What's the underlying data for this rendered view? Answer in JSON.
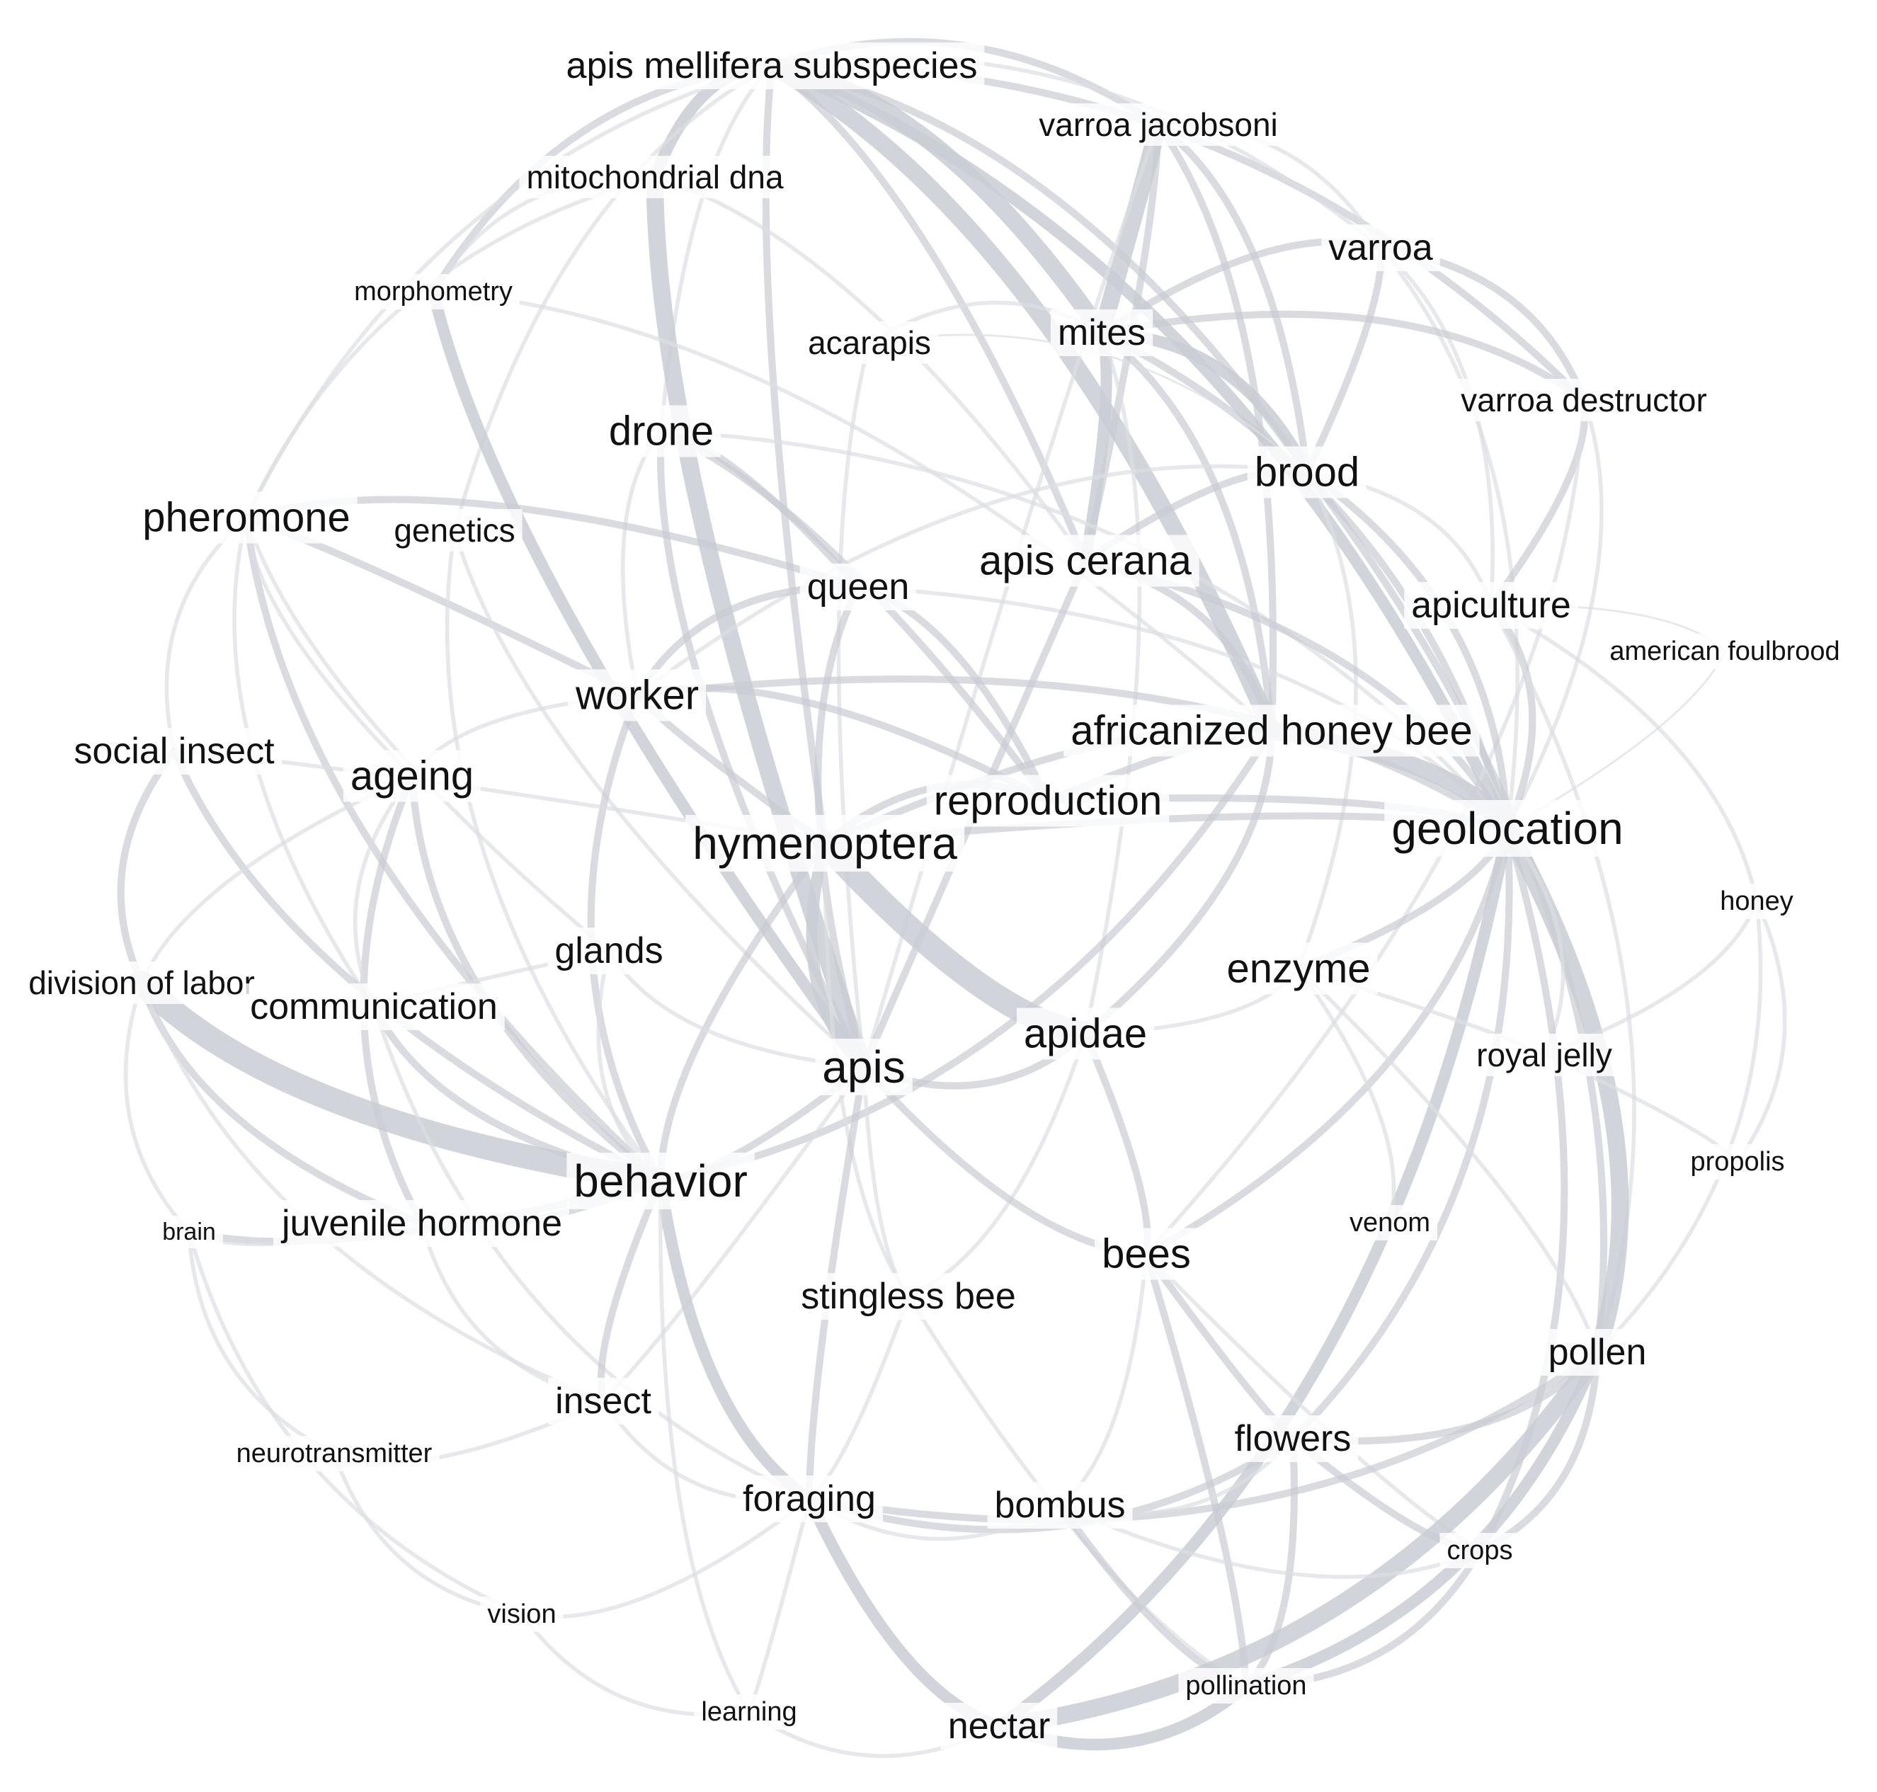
{
  "colors": {
    "edge": "#c9ccd3",
    "edge_light": "#dcdee3",
    "label": "#111111",
    "background": "#ffffff"
  },
  "nodes": [
    {
      "id": "apis-mellifera-subspecies",
      "label": "apis mellifera subspecies",
      "weight": 3
    },
    {
      "id": "varroa-jacobsoni",
      "label": "varroa jacobsoni",
      "weight": 2
    },
    {
      "id": "mitochondrial-dna",
      "label": "mitochondrial dna",
      "weight": 2
    },
    {
      "id": "varroa",
      "label": "varroa",
      "weight": 3
    },
    {
      "id": "morphometry",
      "label": "morphometry",
      "weight": 1
    },
    {
      "id": "acarapis",
      "label": "acarapis",
      "weight": 2
    },
    {
      "id": "mites",
      "label": "mites",
      "weight": 3
    },
    {
      "id": "varroa-destructor",
      "label": "varroa destructor",
      "weight": 2
    },
    {
      "id": "drone",
      "label": "drone",
      "weight": 4
    },
    {
      "id": "brood",
      "label": "brood",
      "weight": 4
    },
    {
      "id": "pheromone",
      "label": "pheromone",
      "weight": 4
    },
    {
      "id": "genetics",
      "label": "genetics",
      "weight": 2
    },
    {
      "id": "apis-cerana",
      "label": "apis cerana",
      "weight": 4
    },
    {
      "id": "queen",
      "label": "queen",
      "weight": 3
    },
    {
      "id": "apiculture",
      "label": "apiculture",
      "weight": 3
    },
    {
      "id": "american-foulbrood",
      "label": "american foulbrood",
      "weight": 1
    },
    {
      "id": "worker",
      "label": "worker",
      "weight": 4
    },
    {
      "id": "africanized-honey-bee",
      "label": "africanized honey bee",
      "weight": 4
    },
    {
      "id": "social-insect",
      "label": "social insect",
      "weight": 3
    },
    {
      "id": "ageing",
      "label": "ageing",
      "weight": 4
    },
    {
      "id": "reproduction",
      "label": "reproduction",
      "weight": 4
    },
    {
      "id": "geolocation",
      "label": "geolocation",
      "weight": 5
    },
    {
      "id": "hymenoptera",
      "label": "hymenoptera",
      "weight": 5
    },
    {
      "id": "honey",
      "label": "honey",
      "weight": 1
    },
    {
      "id": "glands",
      "label": "glands",
      "weight": 3
    },
    {
      "id": "enzyme",
      "label": "enzyme",
      "weight": 4
    },
    {
      "id": "division-of-labor",
      "label": "division of labor",
      "weight": 2
    },
    {
      "id": "communication",
      "label": "communication",
      "weight": 3
    },
    {
      "id": "apidae",
      "label": "apidae",
      "weight": 4
    },
    {
      "id": "royal-jelly",
      "label": "royal jelly",
      "weight": 2
    },
    {
      "id": "apis",
      "label": "apis",
      "weight": 5
    },
    {
      "id": "propolis",
      "label": "propolis",
      "weight": 1
    },
    {
      "id": "behavior",
      "label": "behavior",
      "weight": 5
    },
    {
      "id": "brain",
      "label": "brain",
      "weight": 0
    },
    {
      "id": "juvenile-hormone",
      "label": "juvenile hormone",
      "weight": 3
    },
    {
      "id": "venom",
      "label": "venom",
      "weight": 1
    },
    {
      "id": "bees",
      "label": "bees",
      "weight": 4
    },
    {
      "id": "stingless-bee",
      "label": "stingless bee",
      "weight": 3
    },
    {
      "id": "pollen",
      "label": "pollen",
      "weight": 3
    },
    {
      "id": "insect",
      "label": "insect",
      "weight": 3
    },
    {
      "id": "flowers",
      "label": "flowers",
      "weight": 3
    },
    {
      "id": "neurotransmitter",
      "label": "neurotransmitter",
      "weight": 1
    },
    {
      "id": "foraging",
      "label": "foraging",
      "weight": 3
    },
    {
      "id": "bombus",
      "label": "bombus",
      "weight": 3
    },
    {
      "id": "crops",
      "label": "crops",
      "weight": 1
    },
    {
      "id": "vision",
      "label": "vision",
      "weight": 1
    },
    {
      "id": "pollination",
      "label": "pollination",
      "weight": 1
    },
    {
      "id": "learning",
      "label": "learning",
      "weight": 1
    },
    {
      "id": "nectar",
      "label": "nectar",
      "weight": 3
    }
  ],
  "edges": [
    [
      "apis-mellifera-subspecies",
      "mitochondrial-dna",
      4
    ],
    [
      "apis-mellifera-subspecies",
      "varroa-jacobsoni",
      3
    ],
    [
      "apis-mellifera-subspecies",
      "mites",
      5
    ],
    [
      "apis-mellifera-subspecies",
      "drone",
      2
    ],
    [
      "apis-mellifera-subspecies",
      "hymenoptera",
      3
    ],
    [
      "apis-mellifera-subspecies",
      "africanized-honey-bee",
      5
    ],
    [
      "apis-mellifera-subspecies",
      "morphometry",
      3
    ],
    [
      "apis-mellifera-subspecies",
      "genetics",
      2
    ],
    [
      "apis-mellifera-subspecies",
      "apis-cerana",
      3
    ],
    [
      "apis-mellifera-subspecies",
      "varroa-destructor",
      3
    ],
    [
      "apis-mellifera-subspecies",
      "varroa",
      2
    ],
    [
      "apis-mellifera-subspecies",
      "brood",
      3
    ],
    [
      "apis-mellifera-subspecies",
      "pheromone",
      2
    ],
    [
      "apis-mellifera-subspecies",
      "geolocation",
      4
    ],
    [
      "mitochondrial-dna",
      "apis",
      5
    ],
    [
      "mitochondrial-dna",
      "morphometry",
      2
    ],
    [
      "mitochondrial-dna",
      "pheromone",
      2
    ],
    [
      "mitochondrial-dna",
      "apis-cerana",
      2
    ],
    [
      "morphometry",
      "apis",
      4
    ],
    [
      "morphometry",
      "africanized-honey-bee",
      2
    ],
    [
      "varroa-jacobsoni",
      "mites",
      5
    ],
    [
      "varroa-jacobsoni",
      "apis-cerana",
      3
    ],
    [
      "varroa-jacobsoni",
      "varroa",
      2
    ],
    [
      "varroa-jacobsoni",
      "brood",
      3
    ],
    [
      "varroa-jacobsoni",
      "africanized-honey-bee",
      3
    ],
    [
      "varroa-jacobsoni",
      "apis",
      2
    ],
    [
      "varroa",
      "varroa-destructor",
      3
    ],
    [
      "varroa",
      "mites",
      3
    ],
    [
      "varroa",
      "brood",
      3
    ],
    [
      "varroa",
      "apiculture",
      2
    ],
    [
      "varroa",
      "geolocation",
      2
    ],
    [
      "varroa-destructor",
      "apiculture",
      3
    ],
    [
      "varroa-destructor",
      "mites",
      3
    ],
    [
      "varroa-destructor",
      "geolocation",
      2
    ],
    [
      "varroa-destructor",
      "bees",
      2
    ],
    [
      "mites",
      "brood",
      4
    ],
    [
      "mites",
      "apis-cerana",
      4
    ],
    [
      "mites",
      "apidae",
      2
    ],
    [
      "mites",
      "geolocation",
      3
    ],
    [
      "mites",
      "africanized-honey-bee",
      3
    ],
    [
      "acarapis",
      "mites",
      2
    ],
    [
      "acarapis",
      "apis",
      2
    ],
    [
      "acarapis",
      "brood",
      1
    ],
    [
      "drone",
      "queen",
      3
    ],
    [
      "drone",
      "reproduction",
      3
    ],
    [
      "drone",
      "apis",
      3
    ],
    [
      "drone",
      "worker",
      2
    ],
    [
      "drone",
      "geolocation",
      2
    ],
    [
      "brood",
      "apis-cerana",
      3
    ],
    [
      "brood",
      "geolocation",
      3
    ],
    [
      "brood",
      "apiculture",
      2
    ],
    [
      "brood",
      "pollen",
      3
    ],
    [
      "brood",
      "enzyme",
      2
    ],
    [
      "brood",
      "worker",
      2
    ],
    [
      "pheromone",
      "worker",
      3
    ],
    [
      "pheromone",
      "queen",
      3
    ],
    [
      "pheromone",
      "behavior",
      3
    ],
    [
      "pheromone",
      "glands",
      2
    ],
    [
      "pheromone",
      "social-insect",
      2
    ],
    [
      "pheromone",
      "ageing",
      2
    ],
    [
      "pheromone",
      "communication",
      2
    ],
    [
      "genetics",
      "apis",
      2
    ],
    [
      "genetics",
      "behavior",
      2
    ],
    [
      "queen",
      "worker",
      3
    ],
    [
      "queen",
      "reproduction",
      3
    ],
    [
      "queen",
      "apis",
      3
    ],
    [
      "queen",
      "geolocation",
      2
    ],
    [
      "apis-cerana",
      "geolocation",
      3
    ],
    [
      "apis-cerana",
      "africanized-honey-bee",
      3
    ],
    [
      "apis-cerana",
      "apis",
      3
    ],
    [
      "apiculture",
      "geolocation",
      3
    ],
    [
      "apiculture",
      "honey",
      2
    ],
    [
      "apiculture",
      "pollen",
      2
    ],
    [
      "american-foulbrood",
      "geolocation",
      1
    ],
    [
      "american-foulbrood",
      "apiculture",
      1
    ],
    [
      "worker",
      "behavior",
      3
    ],
    [
      "worker",
      "ageing",
      2
    ],
    [
      "worker",
      "reproduction",
      3
    ],
    [
      "worker",
      "hymenoptera",
      3
    ],
    [
      "worker",
      "geolocation",
      3
    ],
    [
      "africanized-honey-bee",
      "geolocation",
      5
    ],
    [
      "africanized-honey-bee",
      "hymenoptera",
      3
    ],
    [
      "africanized-honey-bee",
      "apidae",
      3
    ],
    [
      "africanized-honey-bee",
      "behavior",
      3
    ],
    [
      "africanized-honey-bee",
      "reproduction",
      3
    ],
    [
      "social-insect",
      "division-of-labor",
      3
    ],
    [
      "social-insect",
      "behavior",
      3
    ],
    [
      "social-insect",
      "hymenoptera",
      2
    ],
    [
      "ageing",
      "behavior",
      3
    ],
    [
      "ageing",
      "juvenile-hormone",
      3
    ],
    [
      "ageing",
      "division-of-labor",
      2
    ],
    [
      "ageing",
      "communication",
      2
    ],
    [
      "reproduction",
      "geolocation",
      3
    ],
    [
      "reproduction",
      "hymenoptera",
      3
    ],
    [
      "hymenoptera",
      "apidae",
      6
    ],
    [
      "hymenoptera",
      "apis",
      4
    ],
    [
      "hymenoptera",
      "behavior",
      3
    ],
    [
      "hymenoptera",
      "geolocation",
      3
    ],
    [
      "hymenoptera",
      "stingless-bee",
      2
    ],
    [
      "geolocation",
      "pollen",
      5
    ],
    [
      "geolocation",
      "bees",
      3
    ],
    [
      "geolocation",
      "royal-jelly",
      2
    ],
    [
      "geolocation",
      "enzyme",
      3
    ],
    [
      "geolocation",
      "nectar",
      4
    ],
    [
      "geolocation",
      "flowers",
      3
    ],
    [
      "geolocation",
      "crops",
      3
    ],
    [
      "honey",
      "propolis",
      2
    ],
    [
      "honey",
      "royal-jelly",
      2
    ],
    [
      "honey",
      "pollen",
      2
    ],
    [
      "glands",
      "communication",
      2
    ],
    [
      "glands",
      "apis",
      2
    ],
    [
      "glands",
      "behavior",
      2
    ],
    [
      "enzyme",
      "apidae",
      2
    ],
    [
      "enzyme",
      "royal-jelly",
      2
    ],
    [
      "enzyme",
      "venom",
      2
    ],
    [
      "enzyme",
      "pollen",
      2
    ],
    [
      "division-of-labor",
      "behavior",
      6
    ],
    [
      "division-of-labor",
      "juvenile-hormone",
      3
    ],
    [
      "division-of-labor",
      "insect",
      2
    ],
    [
      "division-of-labor",
      "brain",
      2
    ],
    [
      "communication",
      "behavior",
      3
    ],
    [
      "communication",
      "foraging",
      2
    ],
    [
      "apidae",
      "apis",
      3
    ],
    [
      "apidae",
      "bees",
      3
    ],
    [
      "apidae",
      "stingless-bee",
      2
    ],
    [
      "royal-jelly",
      "propolis",
      2
    ],
    [
      "apis",
      "behavior",
      3
    ],
    [
      "apis",
      "bees",
      3
    ],
    [
      "apis",
      "stingless-bee",
      2
    ],
    [
      "apis",
      "foraging",
      3
    ],
    [
      "apis",
      "insect",
      2
    ],
    [
      "behavior",
      "foraging",
      4
    ],
    [
      "behavior",
      "juvenile-hormone",
      3
    ],
    [
      "behavior",
      "insect",
      3
    ],
    [
      "behavior",
      "brain",
      3
    ],
    [
      "behavior",
      "learning",
      2
    ],
    [
      "brain",
      "juvenile-hormone",
      2
    ],
    [
      "brain",
      "neurotransmitter",
      2
    ],
    [
      "brain",
      "vision",
      2
    ],
    [
      "juvenile-hormone",
      "insect",
      2
    ],
    [
      "bees",
      "flowers",
      3
    ],
    [
      "bees",
      "pollination",
      3
    ],
    [
      "bees",
      "crops",
      2
    ],
    [
      "bees",
      "bombus",
      2
    ],
    [
      "stingless-bee",
      "foraging",
      2
    ],
    [
      "stingless-bee",
      "pollination",
      2
    ],
    [
      "pollen",
      "flowers",
      3
    ],
    [
      "pollen",
      "nectar",
      5
    ],
    [
      "pollen",
      "pollination",
      4
    ],
    [
      "pollen",
      "foraging",
      3
    ],
    [
      "pollen",
      "crops",
      3
    ],
    [
      "insect",
      "foraging",
      2
    ],
    [
      "insect",
      "neurotransmitter",
      2
    ],
    [
      "flowers",
      "foraging",
      3
    ],
    [
      "flowers",
      "bombus",
      2
    ],
    [
      "flowers",
      "crops",
      3
    ],
    [
      "flowers",
      "pollination",
      3
    ],
    [
      "foraging",
      "nectar",
      4
    ],
    [
      "foraging",
      "learning",
      2
    ],
    [
      "foraging",
      "bombus",
      2
    ],
    [
      "foraging",
      "vision",
      2
    ],
    [
      "bombus",
      "pollination",
      3
    ],
    [
      "bombus",
      "crops",
      2
    ],
    [
      "crops",
      "pollination",
      3
    ],
    [
      "nectar",
      "pollination",
      4
    ],
    [
      "nectar",
      "learning",
      2
    ],
    [
      "learning",
      "vision",
      2
    ],
    [
      "vision",
      "neurotransmitter",
      2
    ]
  ]
}
